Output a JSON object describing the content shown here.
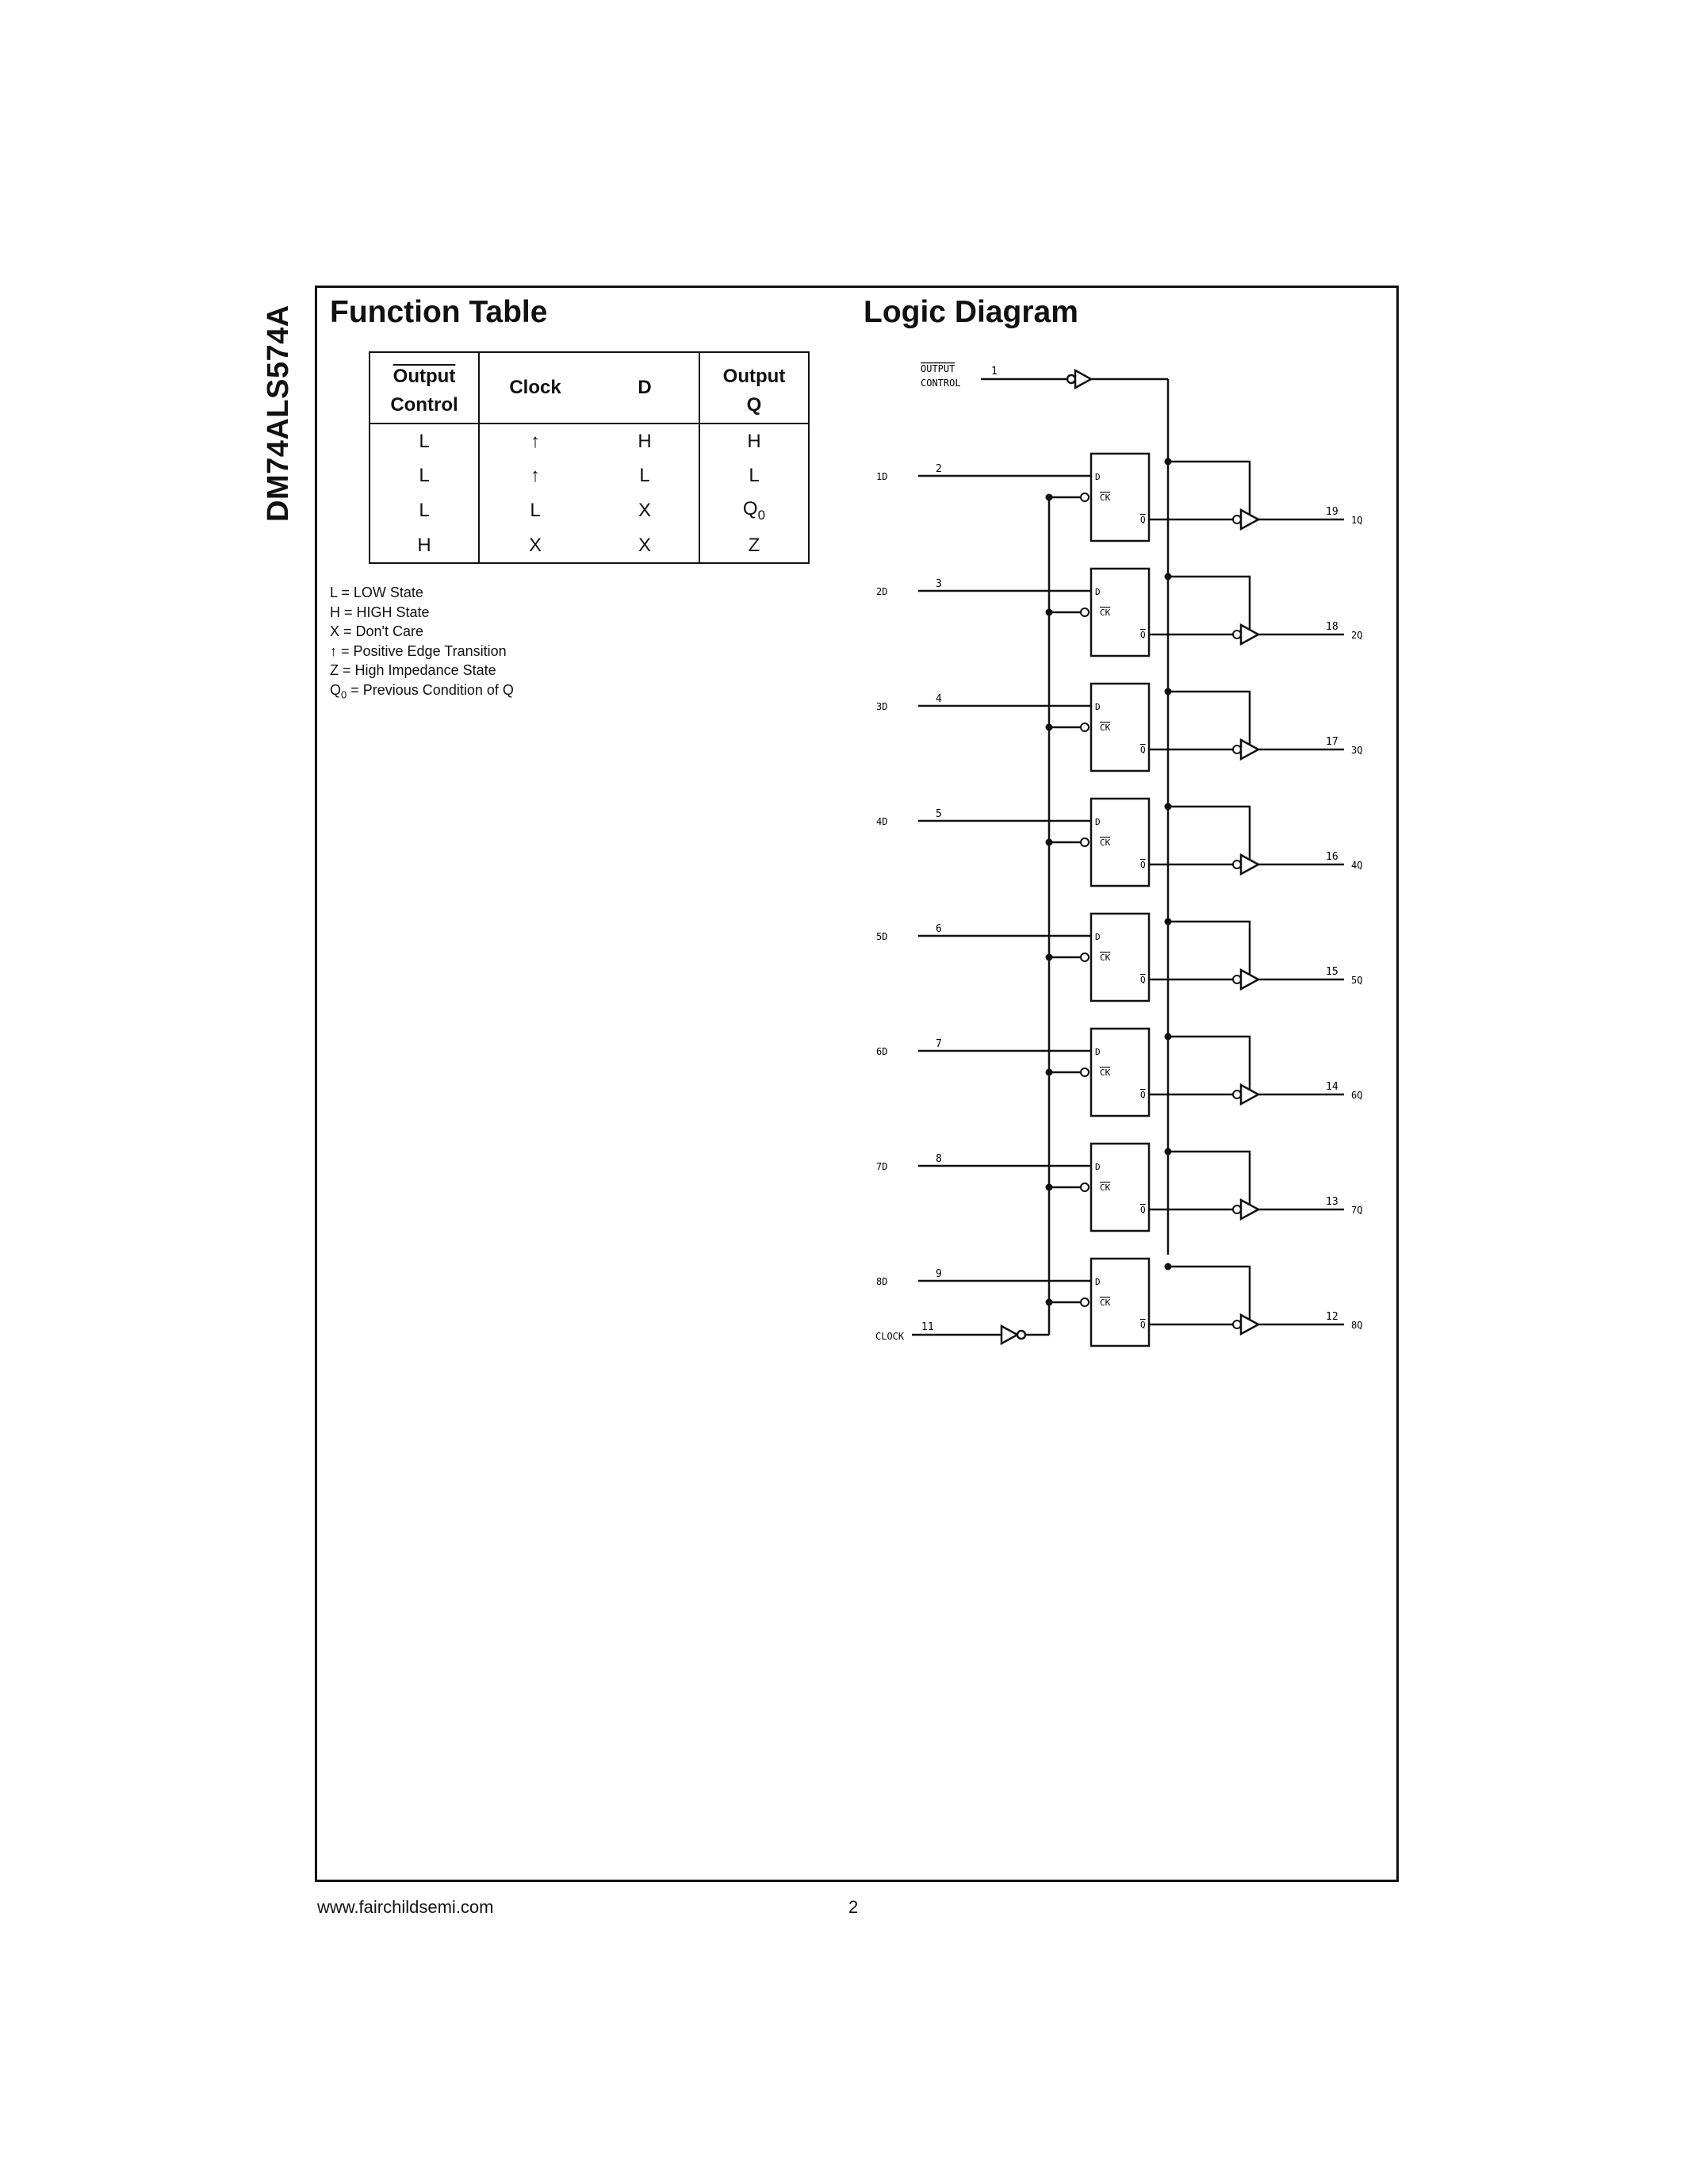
{
  "side_title": "DM74ALS574A",
  "function_table": {
    "title": "Function Table",
    "headers": {
      "output_control_top": "Output",
      "output_control_bottom": "Control",
      "clock": "Clock",
      "d": "D",
      "output_top": "Output",
      "output_bottom": "Q"
    },
    "rows": [
      {
        "oc": "L",
        "clock": "↑",
        "d": "H",
        "q": "H"
      },
      {
        "oc": "L",
        "clock": "↑",
        "d": "L",
        "q": "L"
      },
      {
        "oc": "L",
        "clock": "L",
        "d": "X",
        "q": "Q",
        "q_sub": "0"
      },
      {
        "oc": "H",
        "clock": "X",
        "d": "X",
        "q": "Z"
      }
    ],
    "notes": [
      {
        "text": "L = LOW State"
      },
      {
        "text": "H = HIGH State"
      },
      {
        "text": "X = Don't Care"
      },
      {
        "text": "↑ = Positive Edge Transition"
      },
      {
        "text": "Z = High Impedance State"
      },
      {
        "prefix": "Q",
        "sub": "0",
        "text": " = Previous Condition of Q"
      }
    ]
  },
  "logic_diagram": {
    "title": "Logic Diagram",
    "output_control_label_line1": "OUTPUT",
    "output_control_label_line2": "CONTROL",
    "output_control_pin": "1",
    "clock_label": "CLOCK",
    "clock_pin": "11",
    "ff_labels": {
      "d": "D",
      "ck": "CK",
      "q": "Q"
    },
    "channels": [
      {
        "in_label": "1D",
        "in_pin": "2",
        "out_pin": "19",
        "out_label": "1Q"
      },
      {
        "in_label": "2D",
        "in_pin": "3",
        "out_pin": "18",
        "out_label": "2Q"
      },
      {
        "in_label": "3D",
        "in_pin": "4",
        "out_pin": "17",
        "out_label": "3Q"
      },
      {
        "in_label": "4D",
        "in_pin": "5",
        "out_pin": "16",
        "out_label": "4Q"
      },
      {
        "in_label": "5D",
        "in_pin": "6",
        "out_pin": "15",
        "out_label": "5Q"
      },
      {
        "in_label": "6D",
        "in_pin": "7",
        "out_pin": "14",
        "out_label": "6Q"
      },
      {
        "in_label": "7D",
        "in_pin": "8",
        "out_pin": "13",
        "out_label": "7Q"
      },
      {
        "in_label": "8D",
        "in_pin": "9",
        "out_pin": "12",
        "out_label": "8Q"
      }
    ]
  },
  "footer": {
    "url": "www.fairchildsemi.com",
    "page": "2"
  }
}
